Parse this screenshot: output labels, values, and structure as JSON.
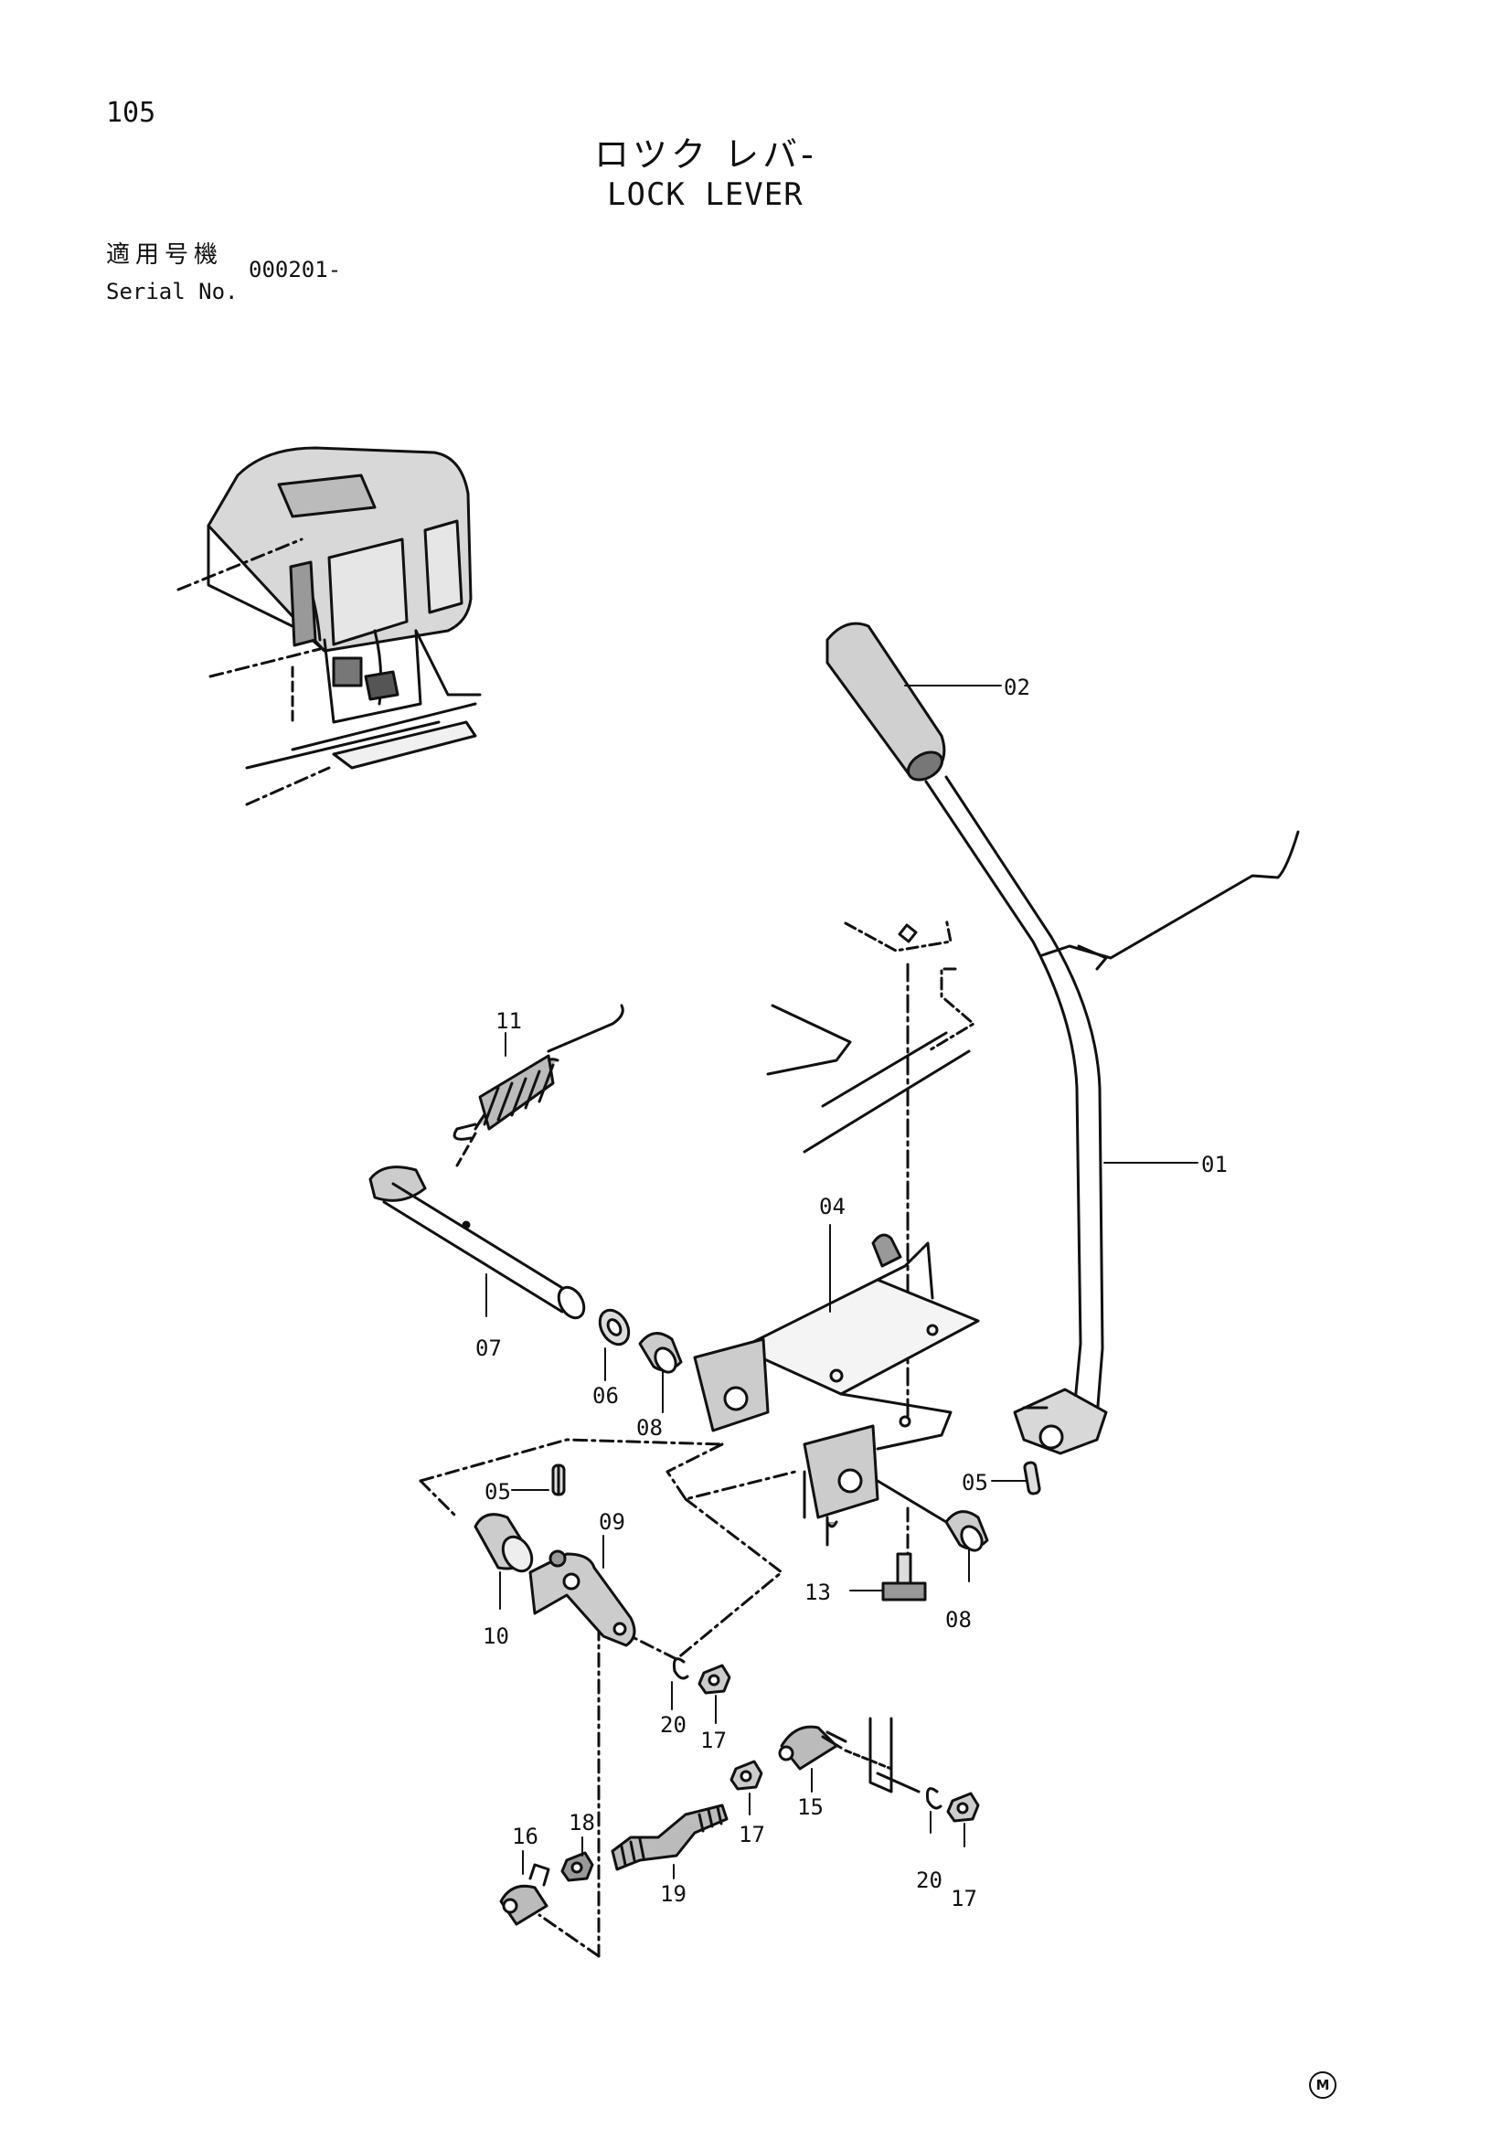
{
  "page": {
    "number": "105",
    "title_jp": "ロツク レバ-",
    "title_en": "LOCK LEVER",
    "serial_label_jp": "適用号機",
    "serial_label_en": "Serial No.",
    "serial_value": "000201-",
    "mark": "M"
  },
  "callouts": [
    {
      "id": "c01",
      "label": "01"
    },
    {
      "id": "c02",
      "label": "02"
    },
    {
      "id": "c04",
      "label": "04"
    },
    {
      "id": "c05a",
      "label": "05"
    },
    {
      "id": "c05b",
      "label": "05"
    },
    {
      "id": "c06",
      "label": "06"
    },
    {
      "id": "c07",
      "label": "07"
    },
    {
      "id": "c08a",
      "label": "08"
    },
    {
      "id": "c08b",
      "label": "08"
    },
    {
      "id": "c09",
      "label": "09"
    },
    {
      "id": "c10",
      "label": "10"
    },
    {
      "id": "c11",
      "label": "11"
    },
    {
      "id": "c13",
      "label": "13"
    },
    {
      "id": "c15",
      "label": "15"
    },
    {
      "id": "c16",
      "label": "16"
    },
    {
      "id": "c17a",
      "label": "17"
    },
    {
      "id": "c17b",
      "label": "17"
    },
    {
      "id": "c17c",
      "label": "17"
    },
    {
      "id": "c18",
      "label": "18"
    },
    {
      "id": "c19",
      "label": "19"
    },
    {
      "id": "c20a",
      "label": "20"
    },
    {
      "id": "c20b",
      "label": "20"
    }
  ]
}
